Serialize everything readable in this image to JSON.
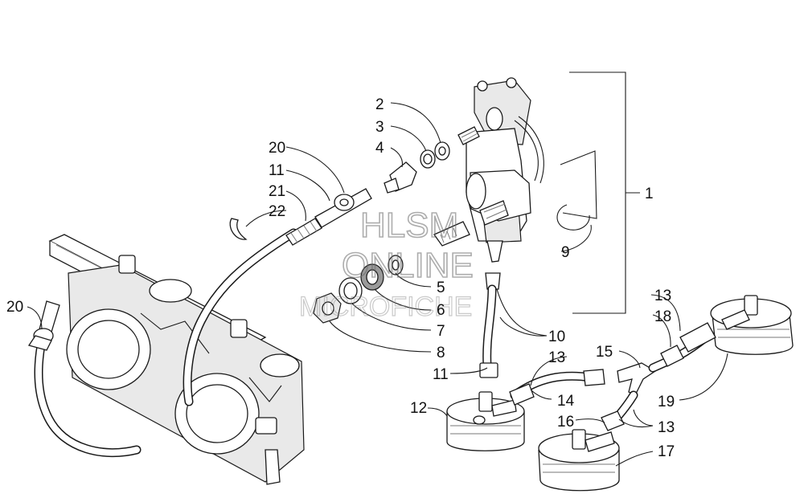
{
  "diagram": {
    "callouts": [
      "1",
      "2",
      "3",
      "4",
      "5",
      "6",
      "7",
      "8",
      "9",
      "10",
      "11",
      "12",
      "13",
      "14",
      "15",
      "16",
      "17",
      "18",
      "19",
      "20",
      "21",
      "22"
    ],
    "left_labels": {
      "l20a": "20",
      "l11a": "11",
      "l21": "21",
      "l22": "22",
      "l20b": "20"
    },
    "center_labels": {
      "l2": "2",
      "l3": "3",
      "l4": "4",
      "l5": "5",
      "l6": "6",
      "l7": "7",
      "l8": "8",
      "l10": "10",
      "l11b": "11"
    },
    "right_labels": {
      "l1": "1",
      "l9": "9",
      "l13a": "13",
      "l18": "18",
      "l13b": "13",
      "l15": "15",
      "l14": "14",
      "l16": "16",
      "l13c": "13",
      "l19": "19",
      "l12": "12",
      "l17": "17"
    }
  },
  "watermark": {
    "line1": "HLSM",
    "line2": "ONLINE",
    "line3": "MICROFICHE"
  }
}
